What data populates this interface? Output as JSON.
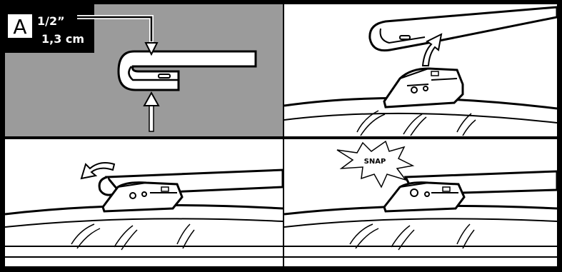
{
  "badge": {
    "letter": "A",
    "measure_imperial": "1/2”",
    "measure_metric": "1,3 cm"
  },
  "callout": {
    "snap": "SNAP"
  },
  "colors": {
    "frame": "#000000",
    "panel_grey": "#9b9b9b",
    "panel_white": "#ffffff",
    "line": "#111111"
  }
}
